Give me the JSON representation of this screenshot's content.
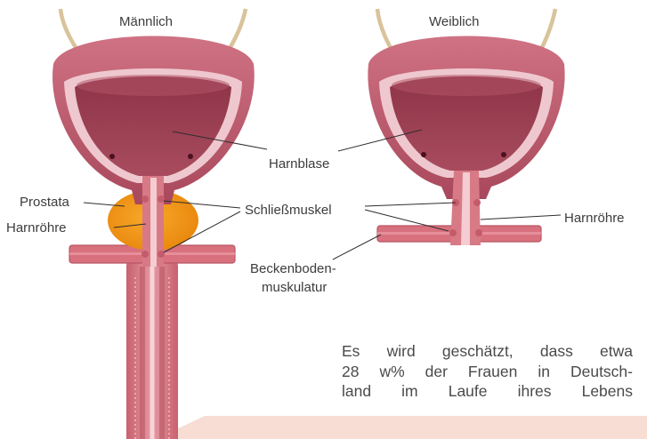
{
  "figure": {
    "titles": {
      "male": "Männlich",
      "female": "Weiblich"
    },
    "labels": {
      "harnblase": "Harnblase",
      "prostata": "Prostata",
      "harnroehre_left": "Harnröhre",
      "schliessmuskel": "Schließmuskel",
      "harnroehre_right": "Harnröhre",
      "beckenboden_line1": "Beckenboden-",
      "beckenboden_line2": "muskulatur"
    }
  },
  "text": {
    "lines": [
      "Es wird geschätzt, dass etwa",
      "28 w% der Frauen in Deutsch-",
      "land im Laufe ihres Lebens"
    ]
  },
  "colors": {
    "bladder_outer": "#b85a6e",
    "bladder_inner": "#9c3f52",
    "bladder_rim": "#ecc6cc",
    "prostate": "#f29a14",
    "muscle": "#d4707c",
    "ureter": "#d9c39a",
    "leader_line": "#2e2e2e",
    "footer_band": "#f7ddd3"
  }
}
